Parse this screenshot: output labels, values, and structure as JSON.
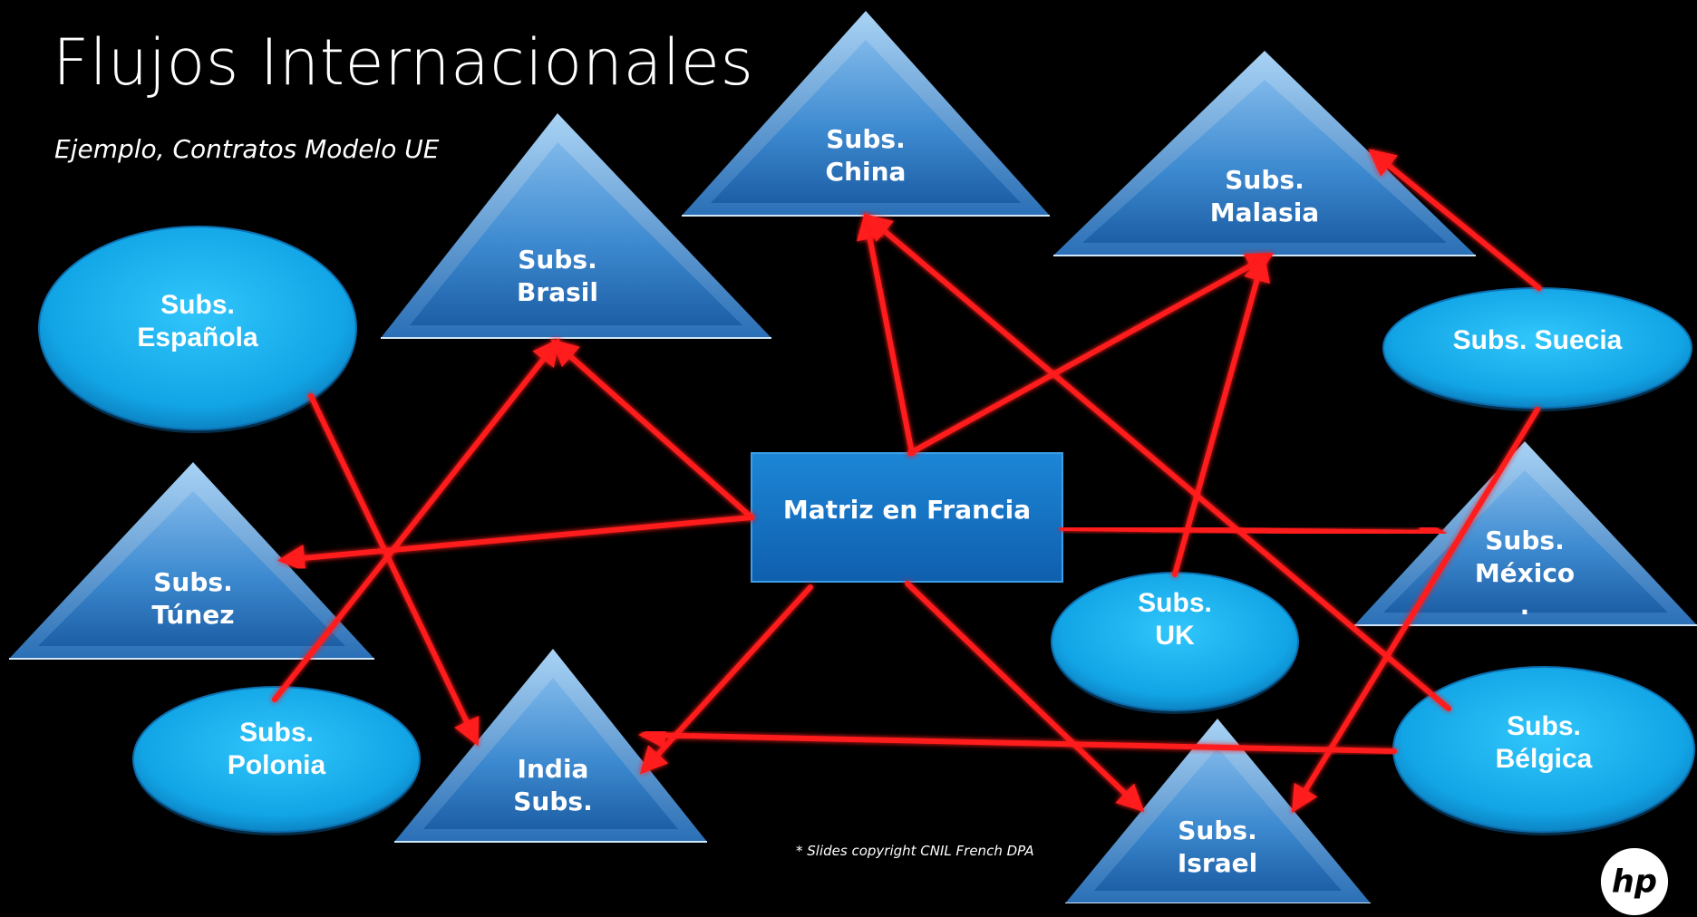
{
  "slide": {
    "title": "Flujos Internacionales",
    "subtitle": "Ejemplo, Contratos Modelo UE",
    "footnote": "* Slides copyright CNIL  French DPA",
    "logo": "hp"
  },
  "colors": {
    "background": "#000000",
    "ellipse": "#1aaee8",
    "triangle": "#2f80c4",
    "center_box": "#1576c6",
    "arrow": "#ff1a1a"
  },
  "nodes": {
    "espanola": {
      "shape": "ellipse",
      "lines": [
        "Subs.",
        "Española"
      ]
    },
    "brasil": {
      "shape": "triangle",
      "lines": [
        "Subs.",
        "Brasil"
      ]
    },
    "china": {
      "shape": "triangle",
      "lines": [
        "Subs.",
        "China"
      ]
    },
    "malasia": {
      "shape": "triangle",
      "lines": [
        "Subs.",
        "Malasia"
      ]
    },
    "suecia": {
      "shape": "ellipse",
      "lines": [
        "Subs. Suecia"
      ]
    },
    "matriz": {
      "shape": "rectangle",
      "lines": [
        "Matriz en Francia"
      ]
    },
    "tunez": {
      "shape": "triangle",
      "lines": [
        "Subs.",
        "Túnez"
      ]
    },
    "mexico": {
      "shape": "triangle",
      "lines": [
        "Subs.",
        "México",
        "."
      ]
    },
    "uk": {
      "shape": "ellipse",
      "lines": [
        "Subs.",
        "UK"
      ]
    },
    "polonia": {
      "shape": "ellipse",
      "lines": [
        "Subs.",
        "Polonia"
      ]
    },
    "india": {
      "shape": "triangle",
      "lines": [
        "India",
        "Subs."
      ]
    },
    "belgica": {
      "shape": "ellipse",
      "lines": [
        "Subs.",
        "Bélgica"
      ]
    },
    "israel": {
      "shape": "triangle",
      "lines": [
        "Subs.",
        "Israel"
      ]
    }
  },
  "flows": [
    {
      "from": "matriz",
      "to": "brasil"
    },
    {
      "from": "matriz",
      "to": "china"
    },
    {
      "from": "matriz",
      "to": "malasia"
    },
    {
      "from": "matriz",
      "to": "tunez"
    },
    {
      "from": "matriz",
      "to": "mexico"
    },
    {
      "from": "matriz",
      "to": "india"
    },
    {
      "from": "matriz",
      "to": "israel"
    },
    {
      "from": "espanola",
      "to": "india"
    },
    {
      "from": "polonia",
      "to": "brasil"
    },
    {
      "from": "uk",
      "to": "malasia"
    },
    {
      "from": "suecia",
      "to": "malasia"
    },
    {
      "from": "suecia",
      "to": "israel"
    },
    {
      "from": "belgica",
      "to": "china"
    },
    {
      "from": "belgica",
      "to": "india"
    }
  ]
}
